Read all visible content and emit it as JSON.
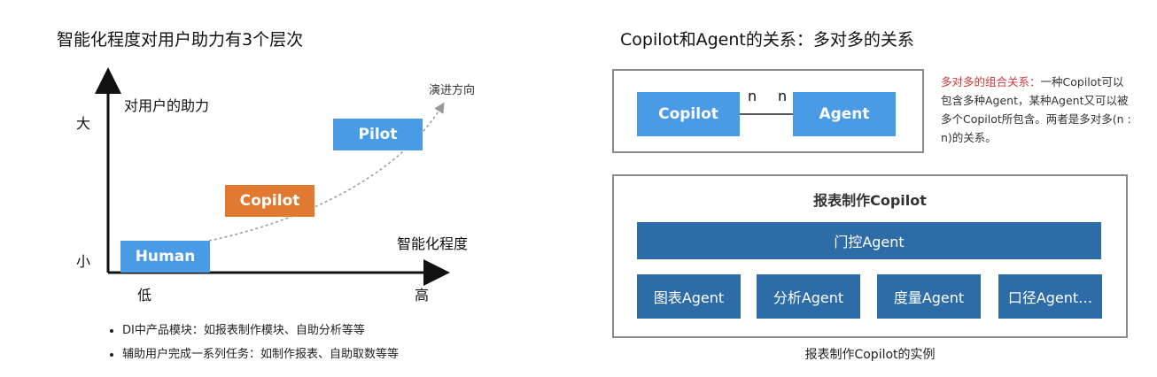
{
  "left": {
    "title": "智能化程度对用户助力有3个层次",
    "y_axis_label": "对用户的助力",
    "y_high": "大",
    "y_low": "小",
    "x_axis_label": "智能化程度",
    "x_low": "低",
    "x_high": "高",
    "trend_label": "演进方向",
    "levels": [
      "Human",
      "Copilot",
      "Pilot"
    ],
    "notes": [
      "DI中产品模块：如报表制作模块、自助分析等等",
      "辅助用户完成一系列任务：如制作报表、自助取数等等"
    ],
    "colors": {
      "human": "#4a9be6",
      "copilot": "#e07a30",
      "pilot": "#4a9be6"
    }
  },
  "right": {
    "title": "Copilot和Agent的关系：多对多的关系",
    "relation": {
      "left": "Copilot",
      "right": "Agent",
      "left_card": "n",
      "right_card": "n"
    },
    "description_highlight": "多对多的组合关系：",
    "description_rest": "一种Copilot可以包含多种Agent，某种Agent又可以被多个Copilot所包含。两者是多对多(n : n)的关系。",
    "example": {
      "title": "报表制作Copilot",
      "gate": "门控Agent",
      "agents": [
        "图表Agent",
        "分析Agent",
        "度量Agent",
        "口径Agent…"
      ],
      "caption": "报表制作Copilot的实例"
    },
    "colors": {
      "node": "#4a9be6",
      "agent": "#2e6ca8",
      "highlight": "#d0393b"
    }
  }
}
